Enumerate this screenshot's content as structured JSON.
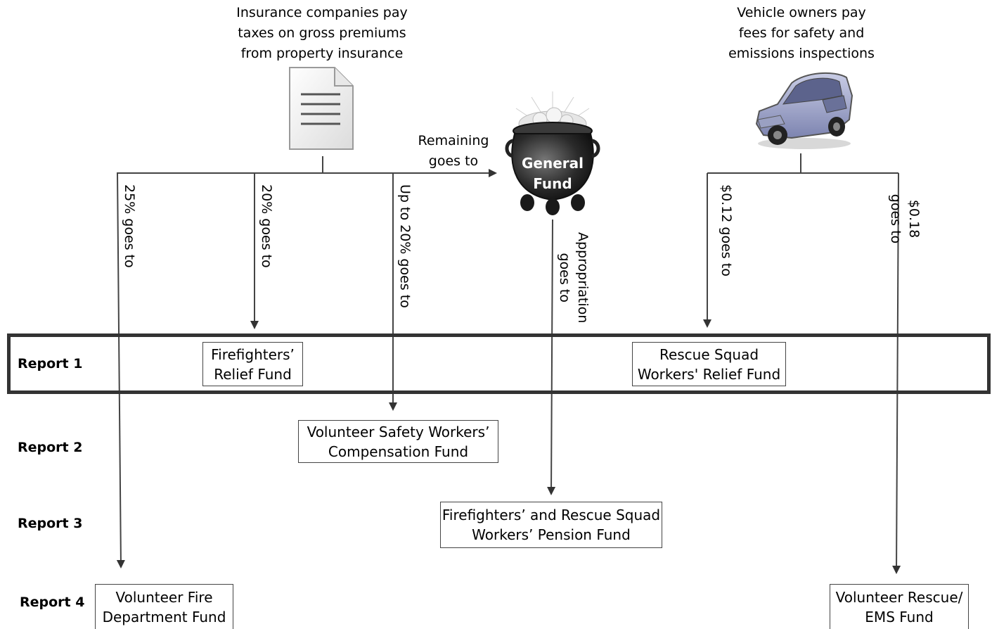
{
  "sources": {
    "insurance_caption": "Insurance companies pay\ntaxes on gross premiums\nfrom property insurance",
    "vehicle_caption": "Vehicle owners pay\nfees for safety and\nemissions inspections"
  },
  "general_fund": {
    "label": "General\nFund",
    "remaining_label": "Remaining\ngoes to",
    "appropriation_label": "Appropriation\ngoes to"
  },
  "flow_labels": {
    "pct25": "25% goes to",
    "pct20": "20% goes to",
    "upto20": "Up to 20% goes to",
    "dollar012": "$0.12 goes to",
    "dollar018": "$0.18 goes to"
  },
  "reports": {
    "r1": "Report 1",
    "r2": "Report 2",
    "r3": "Report 3",
    "r4": "Report 4"
  },
  "funds": {
    "firefighters_relief": "Firefighters’\nRelief Fund",
    "rescue_squad_relief": "Rescue Squad\nWorkers' Relief Fund",
    "volunteer_safety_comp": "Volunteer Safety Workers’\nCompensation Fund",
    "pension": "Firefighters’ and Rescue Squad\nWorkers’ Pension Fund",
    "volunteer_fire_dept": "Volunteer Fire\nDepartment Fund",
    "volunteer_rescue_ems": "Volunteer Rescue/\nEMS Fund"
  },
  "icons": {
    "document": "document-icon",
    "pot": "money-pot-icon",
    "car": "car-icon"
  }
}
